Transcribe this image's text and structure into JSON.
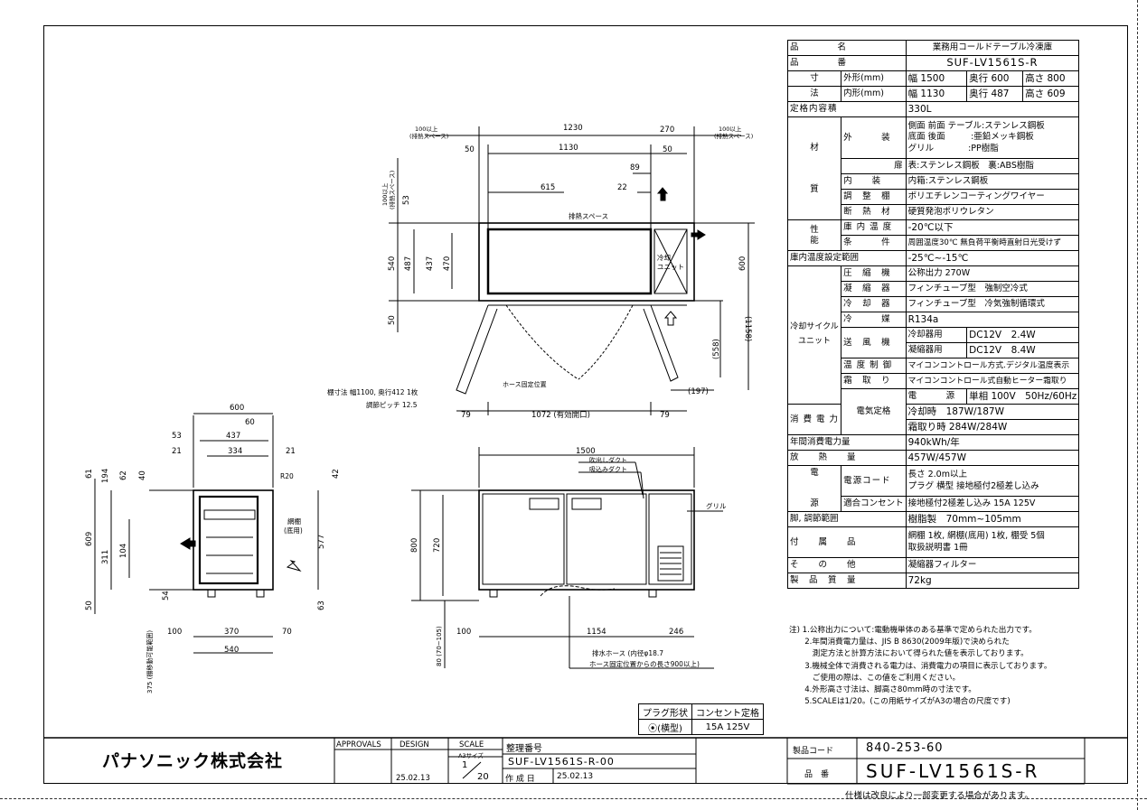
{
  "spec": {
    "product_name_label": "品　　　　名",
    "product_name": "業務用コールドテーブル冷凍庫",
    "model_label": "品　　　　番",
    "model": "SUF-LV1561S-R",
    "dim_label_1": "寸",
    "dim_label_2": "法",
    "outer_label": "外形(mm)",
    "outer_w": "幅 1500",
    "outer_d": "奥行 600",
    "outer_h": "高さ 800",
    "inner_label": "内形(mm)",
    "inner_w": "幅 1130",
    "inner_d": "奥行 487",
    "inner_h": "高さ 609",
    "capacity_label": "定格内容積",
    "capacity": "330L",
    "material_label_1": "材",
    "material_label_2": "質",
    "exterior_label": "外　　　装",
    "exterior_1": "側面 前面 テーブル:ステンレス鋼板",
    "exterior_2": "底面 後面　　　:亜鉛メッキ鋼板",
    "exterior_3": "グリル　　　　:PP樹脂",
    "door_label": "扉",
    "door": "表:ステンレス鋼板　裏:ABS樹脂",
    "interior_label": "内　　装",
    "interior": "内箱:ステンレス鋼板",
    "shelf_label": "調　整　棚",
    "shelf": "ポリエチレンコーティングワイヤー",
    "insulation_label": "断　熱　材",
    "insulation": "硬質発泡ポリウレタン",
    "perf_label_1": "性",
    "perf_label_2": "能",
    "temp_label": "庫 内 温 度",
    "temp": "-20℃以下",
    "cond_label": "条　　　件",
    "cond": "周囲温度30℃ 無負荷平衡時直射日光受けず",
    "setting_label": "庫内温度設定範囲",
    "setting": "-25℃~-15℃",
    "cycle_label": "冷却サイクルユニット",
    "compressor_label": "圧　縮　機",
    "compressor": "公称出力 270W",
    "condenser_label": "凝　縮　器",
    "condenser": "フィンチューブ型　強制空冷式",
    "cooler_label": "冷　却　器",
    "cooler": "フィンチューブ型　冷気強制循環式",
    "refrigerant_label": "冷　　　媒",
    "refrigerant": "R134a",
    "fan_label": "送　風　機",
    "fan_cool_label": "冷却器用",
    "fan_cool": "DC12V　2.4W",
    "fan_cond_label": "凝縮器用",
    "fan_cond": "DC12V　8.4W",
    "control_label": "温 度 制 御",
    "control": "マイコンコントロール方式.デジタル温度表示",
    "defrost_label": "霜　取　り",
    "defrost": "マイコンコントロール式自動ヒーター霜取り",
    "elec_label": "電気定格",
    "power_label": "電　　　源",
    "power": "単相 100V　50Hz/60Hz",
    "consumption_label": "消 費 電 力",
    "consumption_cool": "冷却時　187W/187W",
    "consumption_defrost": "霜取り時 284W/284W",
    "annual_label": "年間消費電力量",
    "annual": "940kWh/年",
    "heat_label": "放　　熱　　量",
    "heat": "457W/457W",
    "cord_side_1": "電",
    "cord_side_2": "源",
    "cord_label": "電源コード",
    "cord_1": "長さ 2.0m以上",
    "cord_2": "プラグ 横型 接地極付2極差し込み",
    "outlet_label": "適合コンセント",
    "outlet": "接地極付2極差し込み 15A 125V",
    "leg_label": "脚, 調節範囲",
    "leg": "樹脂製　70mm~105mm",
    "acc_label": "付　　属　　品",
    "acc_1": "網棚 1枚, 網棚(底用) 1枚, 棚受 5個",
    "acc_2": "取扱説明書 1冊",
    "other_label": "そ　　の　　他",
    "other": "凝縮器フィルター",
    "weight_label": "製　品　質　量",
    "weight": "72kg"
  },
  "notes": [
    "注) 1.公称出力について:電動機単体のある基準で定められた出力です。",
    "　　2.年間消費電力量は、JIS B 8630(2009年版)で決められた",
    "　　　測定方法と計算方法において得られた値を表示しております。",
    "　　3.機械全体で消費される電力は、消費電力の項目に表示しております。",
    "　　　ご使用の際は、この値をご利用ください。",
    "　　4.外形高さ寸法は、脚高さ80mm時の寸法です。",
    "　　5.SCALEは1/20。(この用紙サイズがA3の場合の尺度です)"
  ],
  "plug": {
    "h1": "プラグ形状",
    "h2": "コンセント定格",
    "v1": "(横型)",
    "v2": "15A 125V"
  },
  "titleblock": {
    "company": "パナソニック株式会社",
    "approvals": "APPROVALS",
    "design": "DESIGN",
    "design_date": "25.02.13",
    "scale": "SCALE",
    "paper": "A3サイズ",
    "scale_num": "1",
    "scale_den": "20",
    "ref_label": "整理番号",
    "ref": "SUF-LV1561S-R-00",
    "created_label": "作 成 日",
    "created": "25.02.13",
    "code_label": "製品コード",
    "code": "840-253-60",
    "model_label": "品　番",
    "model": "SUF-LV1561S-R"
  },
  "footer_note": "仕様は改良により一部変更する場合があります。",
  "drawing": {
    "top_dims": [
      "1230",
      "1130",
      "615",
      "270",
      "89",
      "22",
      "50",
      "50",
      "100以上",
      "(排熱スペース)",
      "100以上",
      "(排熱スペース)",
      "100以上",
      "(排熱スペース)"
    ],
    "top_side": [
      "53",
      "470",
      "487",
      "437",
      "540",
      "50"
    ],
    "top_right": [
      "600",
      "(1158)",
      "(558)",
      "(197)"
    ],
    "top_bottom": [
      "79",
      "1072 (有効開口)",
      "79"
    ],
    "exhaust": "排熱スペース",
    "unit": "冷却ユニット",
    "hose_fix": "ホース固定位置",
    "shelf_note": "棚寸法 幅1100, 奥行412 1枚",
    "shelf_pitch": "調節ピッチ 12.5",
    "side_top": [
      "600",
      "60",
      "437",
      "334",
      "53",
      "21",
      "21",
      "R20",
      "42"
    ],
    "side_left": [
      "61",
      "194",
      "62",
      "40",
      "609",
      "311",
      "104",
      "54",
      "50"
    ],
    "side_right": [
      "577",
      "63"
    ],
    "side_bottom": [
      "100",
      "370",
      "70",
      "540"
    ],
    "side_shelf": "網棚",
    "side_shelf_sub": "(底用)",
    "side_note": "375 (棚移動可能範囲)",
    "front_top": [
      "1500"
    ],
    "front_labels": [
      "吹出しダクト",
      "吸込みダクト",
      "グリル"
    ],
    "front_side": [
      "800",
      "720"
    ],
    "front_bottom": [
      "100",
      "1154",
      "246",
      "80 (70~105)"
    ],
    "drain": "排水ホース (内径φ18.7",
    "drain2": "ホース固定位置からの長さ900以上)"
  }
}
